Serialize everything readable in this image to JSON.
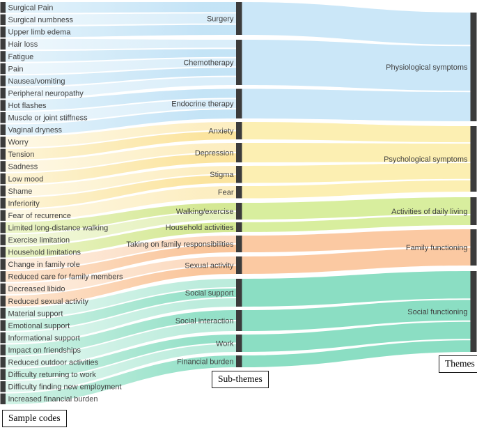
{
  "labels": {
    "codes": "Sample codes",
    "subthemes": "Sub-themes",
    "themes": "Themes"
  },
  "node_color": "#3b3b3b",
  "text_color": "#3f3f3f",
  "chart_data": {
    "type": "sankey",
    "column_titles": [
      "Sample codes",
      "Sub-themes",
      "Themes"
    ],
    "themes": [
      {
        "label": "Physiological symptoms",
        "color_block": "#cbe7f8",
        "color_flow": "#c1e2f6",
        "color_flow_light": "#e4f3fb"
      },
      {
        "label": "Psychological symptoms",
        "color_block": "#fcefb2",
        "color_flow": "#fbe husband39a",
        "color_flow_light": "#fdf4d6"
      },
      {
        "label": "Activities of daily living",
        "color_block": "#d8ee9e",
        "color_flow": "#d2e78f",
        "color_flow_light": "#ebf4c6"
      },
      {
        "label": "Family functioning",
        "color_block": "#fbc9a2",
        "color_flow": "#f9c296",
        "color_flow_light": "#fde4cd"
      },
      {
        "label": "Social functioning",
        "color_block": "#8bdec3",
        "color_flow": "#8fdfc5",
        "color_flow_light": "#d0f2e5"
      }
    ],
    "subthemes": [
      {
        "label": "Surgery",
        "theme": "Physiological symptoms"
      },
      {
        "label": "Chemotherapy",
        "theme": "Physiological symptoms"
      },
      {
        "label": "Endocrine therapy",
        "theme": "Physiological symptoms"
      },
      {
        "label": "Anxiety",
        "theme": "Psychological symptoms"
      },
      {
        "label": "Depression",
        "theme": "Psychological symptoms"
      },
      {
        "label": "Stigma",
        "theme": "Psychological symptoms"
      },
      {
        "label": "Fear",
        "theme": "Psychological symptoms"
      },
      {
        "label": "Walking/exercise",
        "theme": "Activities of daily living"
      },
      {
        "label": "Household activities",
        "theme": "Activities of daily living"
      },
      {
        "label": "Taking on family responsibilities",
        "theme": "Family functioning"
      },
      {
        "label": "Sexual activity",
        "theme": "Family functioning"
      },
      {
        "label": "Social support",
        "theme": "Social functioning"
      },
      {
        "label": "Social interaction",
        "theme": "Social functioning"
      },
      {
        "label": "Work",
        "theme": "Social functioning"
      },
      {
        "label": "Financial burden",
        "theme": "Social functioning"
      }
    ],
    "codes": [
      {
        "label": "Surgical Pain",
        "subtheme": "Surgery"
      },
      {
        "label": "Surgical numbness",
        "subtheme": "Surgery"
      },
      {
        "label": "Upper limb edema",
        "subtheme": "Surgery"
      },
      {
        "label": "Hair loss",
        "subtheme": "Chemotherapy"
      },
      {
        "label": "Fatigue",
        "subtheme": "Chemotherapy"
      },
      {
        "label": "Pain",
        "subtheme": "Chemotherapy"
      },
      {
        "label": "Nausea/vomiting",
        "subtheme": "Chemotherapy"
      },
      {
        "label": "Peripheral neuropathy",
        "subtheme": "Chemotherapy"
      },
      {
        "label": "Hot flashes",
        "subtheme": "Endocrine therapy"
      },
      {
        "label": "Muscle or joint stiffness",
        "subtheme": "Endocrine therapy"
      },
      {
        "label": "Vaginal dryness",
        "subtheme": "Endocrine therapy"
      },
      {
        "label": "Worry",
        "subtheme": "Anxiety"
      },
      {
        "label": "Tension",
        "subtheme": "Anxiety"
      },
      {
        "label": "Sadness",
        "subtheme": "Depression"
      },
      {
        "label": "Low mood",
        "subtheme": "Depression"
      },
      {
        "label": "Shame",
        "subtheme": "Stigma"
      },
      {
        "label": "Inferiority",
        "subtheme": "Stigma"
      },
      {
        "label": "Fear of recurrence",
        "subtheme": "Fear"
      },
      {
        "label": "Limited long-distance walking",
        "subtheme": "Walking/exercise"
      },
      {
        "label": "Exercise limitation",
        "subtheme": "Walking/exercise"
      },
      {
        "label": "Household limitations",
        "subtheme": "Household activities"
      },
      {
        "label": "Change in family role",
        "subtheme": "Taking on family responsibilities"
      },
      {
        "label": "Reduced care for family members",
        "subtheme": "Taking on family responsibilities"
      },
      {
        "label": "Decreased libido",
        "subtheme": "Sexual activity"
      },
      {
        "label": "Reduced sexual activity",
        "subtheme": "Sexual activity"
      },
      {
        "label": "Material support",
        "subtheme": "Social support"
      },
      {
        "label": "Emotional support",
        "subtheme": "Social support"
      },
      {
        "label": "Informational support",
        "subtheme": "Social support"
      },
      {
        "label": "Impact on friendships",
        "subtheme": "Social interaction"
      },
      {
        "label": "Reduced outdoor activities",
        "subtheme": "Social interaction"
      },
      {
        "label": "Difficulty returning to work",
        "subtheme": "Work"
      },
      {
        "label": "Difficulty finding new employment",
        "subtheme": "Work"
      },
      {
        "label": "Increased financial burden",
        "subtheme": "Financial burden"
      }
    ]
  }
}
